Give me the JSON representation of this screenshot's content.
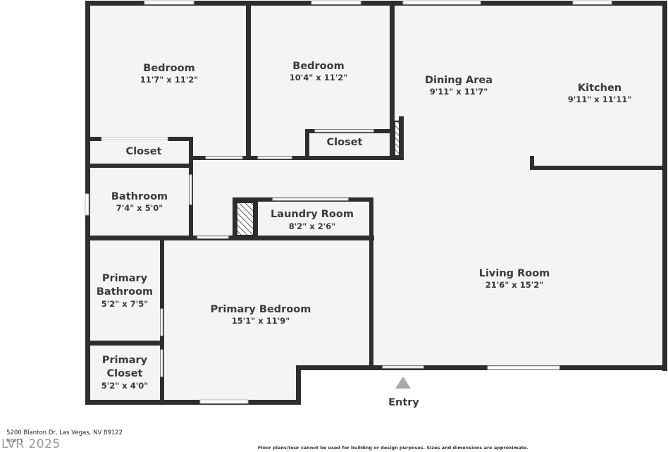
{
  "rooms": {
    "bedroom_1": {
      "name": "Bedroom",
      "dims": "11'7\" x 11'2\""
    },
    "bedroom_2": {
      "name": "Bedroom",
      "dims": "10'4\" x 11'2\""
    },
    "dining_area": {
      "name": "Dining Area",
      "dims": "9'11\" x 11'7\""
    },
    "kitchen": {
      "name": "Kitchen",
      "dims": "9'11\" x 11'11\""
    },
    "closet_1": {
      "name": "Closet"
    },
    "closet_2": {
      "name": "Closet"
    },
    "bathroom": {
      "name": "Bathroom",
      "dims": "7'4\" x 5'0\""
    },
    "laundry_room": {
      "name": "Laundry Room",
      "dims": "8'2\" x 2'6\""
    },
    "living_room": {
      "name": "Living Room",
      "dims": "21'6\" x 15'2\""
    },
    "primary_bathroom": {
      "name_line1": "Primary",
      "name_line2": "Bathroom",
      "dims": "5'2\" x 7'5\""
    },
    "primary_bedroom": {
      "name": "Primary Bedroom",
      "dims": "15'1\" x 11'9\""
    },
    "primary_closet": {
      "name_line1": "Primary",
      "name_line2": "Closet",
      "dims": "5'2\" x 4'0\""
    }
  },
  "entry": {
    "label": "Entry"
  },
  "footer": {
    "address": "5200 Blanton Dr, Las Vegas, NV 89122",
    "floor": "Floor 1",
    "watermark": "LVR 2025",
    "disclaimer": "Floor plans/tour cannot be used for building or design purposes. Sizes and dimensions are approximate."
  },
  "colors": {
    "wall": "#2e2e2e",
    "floor": "#f4f4f4",
    "text": "#3a3a3a"
  }
}
